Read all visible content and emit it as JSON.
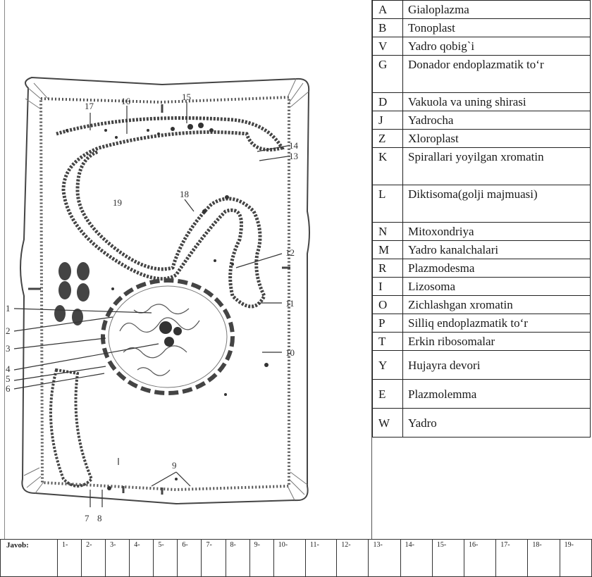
{
  "diagram": {
    "numbers": [
      "1",
      "2",
      "3",
      "4",
      "5",
      "6",
      "7",
      "8",
      "9",
      "10",
      "11",
      "12",
      "13",
      "14",
      "15",
      "16",
      "17",
      "18",
      "19"
    ]
  },
  "legend": [
    {
      "letter": "A",
      "term": "Gialoplazma"
    },
    {
      "letter": "B",
      "term": "Tonoplast"
    },
    {
      "letter": "V",
      "term": "Yadro qobig`i"
    },
    {
      "letter": "G",
      "term": "Donador endoplazmatik to‘r"
    },
    {
      "letter": "D",
      "term": "Vakuola va uning shirasi"
    },
    {
      "letter": "J",
      "term": "Yadrocha"
    },
    {
      "letter": "Z",
      "term": "Xloroplast"
    },
    {
      "letter": "K",
      "term": "Spirallari yoyilgan xromatin"
    },
    {
      "letter": "L",
      "term": "Diktisoma(golji majmuasi)"
    },
    {
      "letter": "N",
      "term": "Mitoxondriya"
    },
    {
      "letter": "M",
      "term": "Yadro kanalchalari"
    },
    {
      "letter": "R",
      "term": "Plazmodesma"
    },
    {
      "letter": "I",
      "term": "Lizosoma"
    },
    {
      "letter": "O",
      "term": "Zichlashgan xromatin"
    },
    {
      "letter": "P",
      "term": "Silliq endoplazmatik to‘r"
    },
    {
      "letter": "T",
      "term": "Erkin ribosomalar"
    },
    {
      "letter": "Y",
      "term": "Hujayra devori"
    },
    {
      "letter": "E",
      "term": "Plazmolemma"
    },
    {
      "letter": "W",
      "term": "Yadro"
    }
  ],
  "answer": {
    "label": "Javob:",
    "cells": [
      "1-",
      "2-",
      "3-",
      "4-",
      "5-",
      "6-",
      "7-",
      "8-",
      "9-",
      "10-",
      "11-",
      "12-",
      "13-",
      "14-",
      "15-",
      "16-",
      "17-",
      "18-",
      "19-"
    ]
  }
}
